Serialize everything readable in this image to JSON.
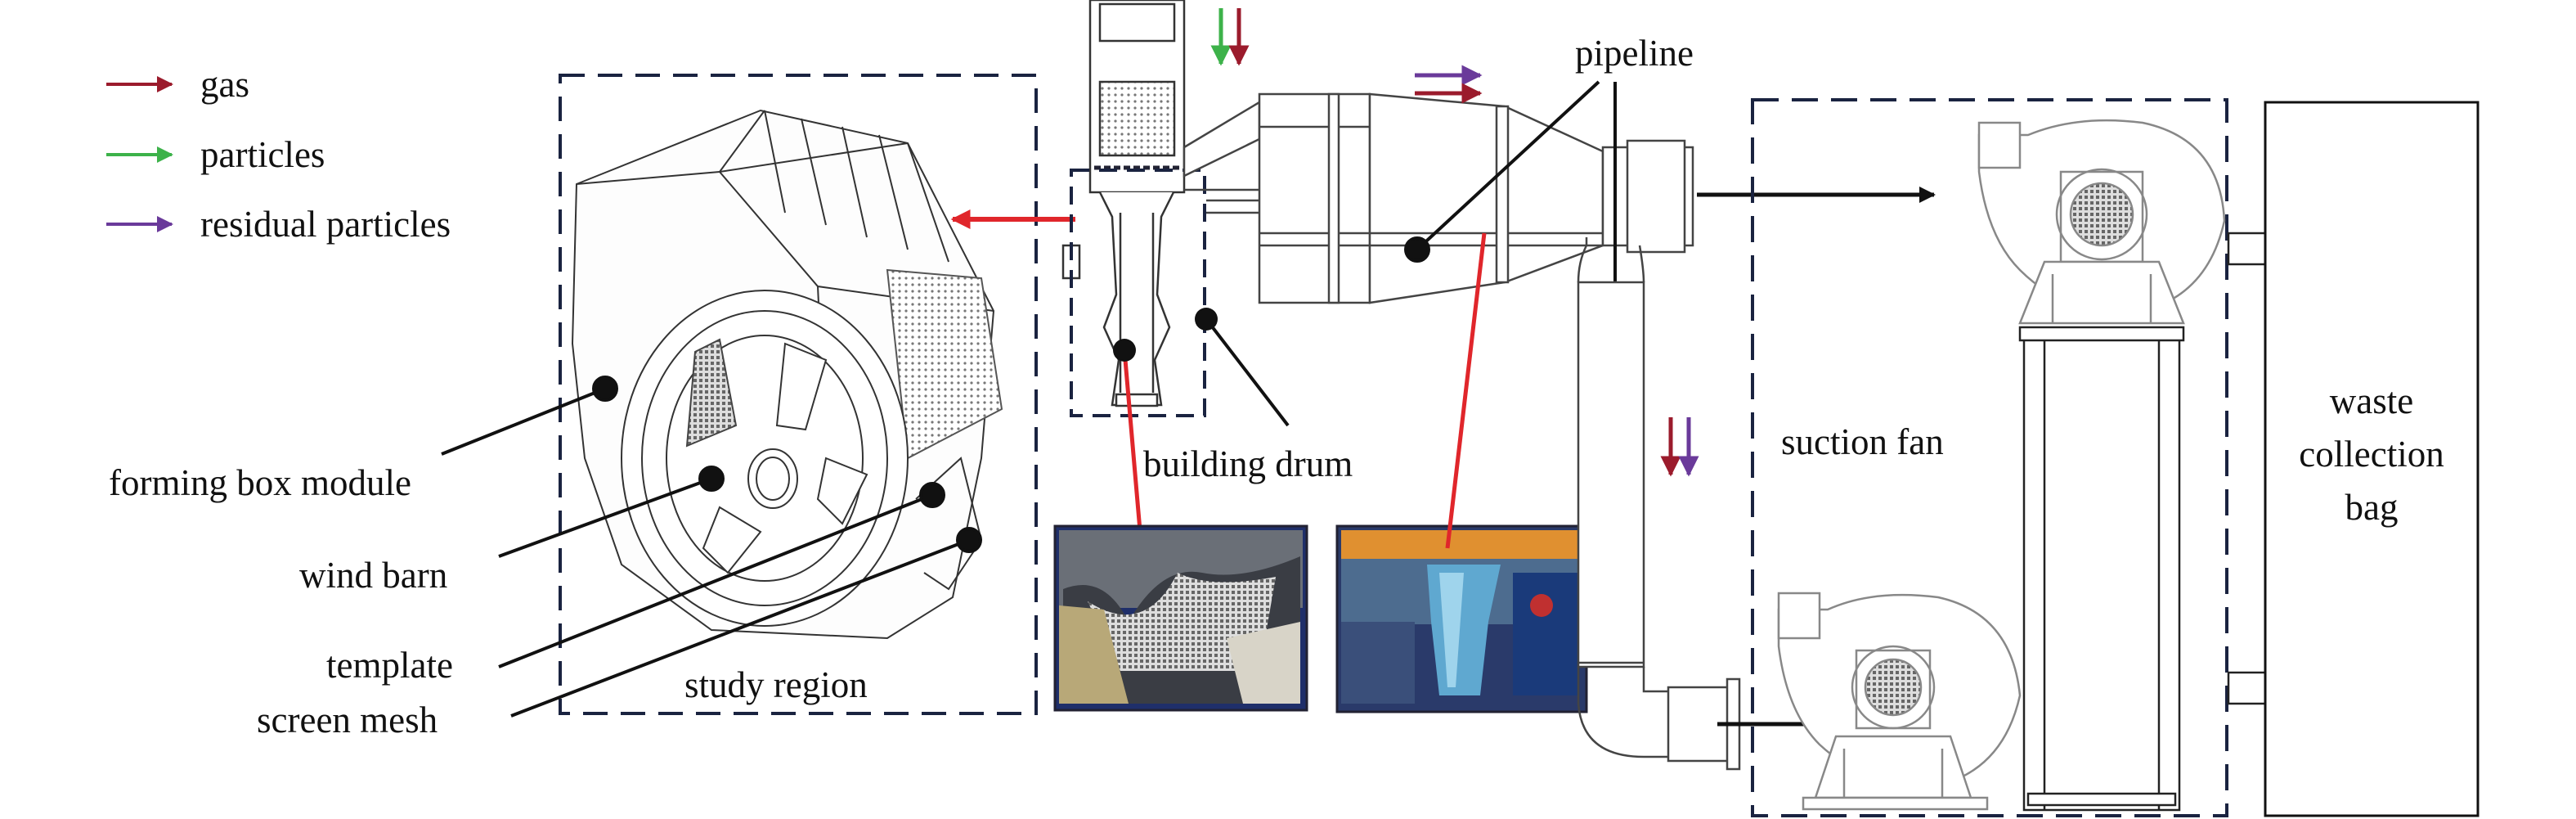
{
  "colors": {
    "gas": "#9b1b2c",
    "particles": "#3db24a",
    "residual": "#6a3a9a",
    "leader": "#e0262b",
    "line": "#111111",
    "dash": "#1a2340"
  },
  "legend": [
    {
      "label": "gas",
      "color_key": "gas"
    },
    {
      "label": "particles",
      "color_key": "particles"
    },
    {
      "label": "residual particles",
      "color_key": "residual"
    }
  ],
  "labels": {
    "pipeline": "pipeline",
    "forming_box": "forming box module",
    "wind_barn": "wind barn",
    "template": "template",
    "screen_mesh": "screen mesh",
    "study_region": "study region",
    "building_drum": "building drum",
    "suction_fan": "suction fan",
    "waste_line1": "waste",
    "waste_line2": "collection",
    "waste_line3": "bag"
  }
}
